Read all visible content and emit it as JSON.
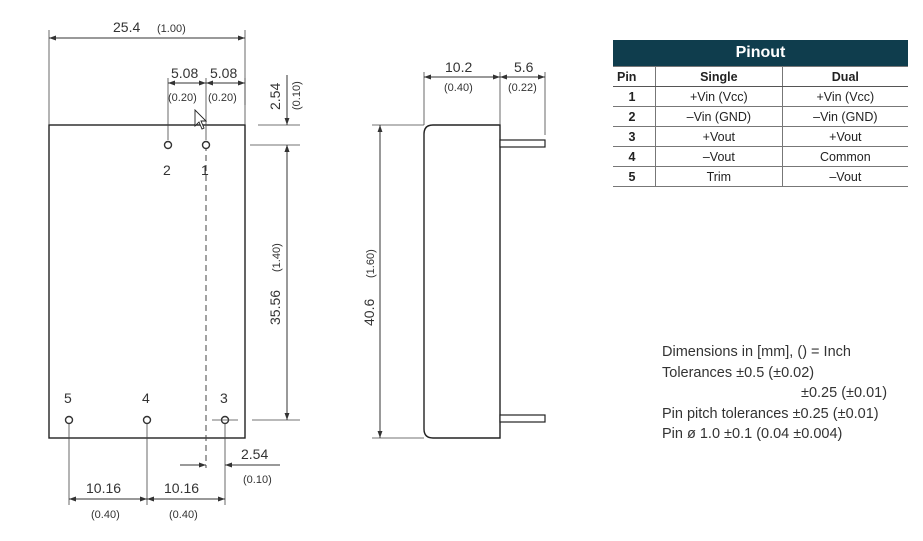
{
  "front_view": {
    "width_mm": "25.4",
    "width_in": "(1.00)",
    "pitch_mm_1": "5.08",
    "pitch_in_1": "(0.20)",
    "pitch_mm_2": "5.08",
    "pitch_in_2": "(0.20)",
    "top_offset_mm": "2.54",
    "top_offset_in": "(0.10)",
    "pin_span_mm": "35.56",
    "pin_span_in": "(1.40)",
    "right_offset_mm": "2.54",
    "right_offset_in": "(0.10)",
    "bottom_pitch_mm_1": "10.16",
    "bottom_pitch_in_1": "(0.40)",
    "bottom_pitch_mm_2": "10.16",
    "bottom_pitch_in_2": "(0.40)",
    "pin_labels": [
      "2",
      "1",
      "5",
      "4",
      "3"
    ]
  },
  "side_view": {
    "depth_mm": "10.2",
    "depth_in": "(0.40)",
    "pin_len_mm": "5.6",
    "pin_len_in": "(0.22)",
    "height_mm": "40.6",
    "height_in": "(1.60)"
  },
  "pinout": {
    "title": "Pinout",
    "headers": [
      "Pin",
      "Single",
      "Dual"
    ],
    "rows": [
      [
        "1",
        "+Vin (Vcc)",
        "+Vin (Vcc)"
      ],
      [
        "2",
        "–Vin (GND)",
        "–Vin (GND)"
      ],
      [
        "3",
        "+Vout",
        "+Vout"
      ],
      [
        "4",
        "–Vout",
        "Common"
      ],
      [
        "5",
        "Trim",
        "–Vout"
      ]
    ],
    "colors": {
      "header_bg": "#0f3d4d",
      "header_text": "#ffffff"
    }
  },
  "notes": {
    "line1": "Dimensions in [mm], () = Inch",
    "line2": "Tolerances  ±0.5 (±0.02)",
    "line3": "±0.25 (±0.01)",
    "line4": "Pin pitch tolerances ±0.25 (±0.01)",
    "line5": "Pin ø 1.0 ±0.1 (0.04 ±0.004)"
  }
}
